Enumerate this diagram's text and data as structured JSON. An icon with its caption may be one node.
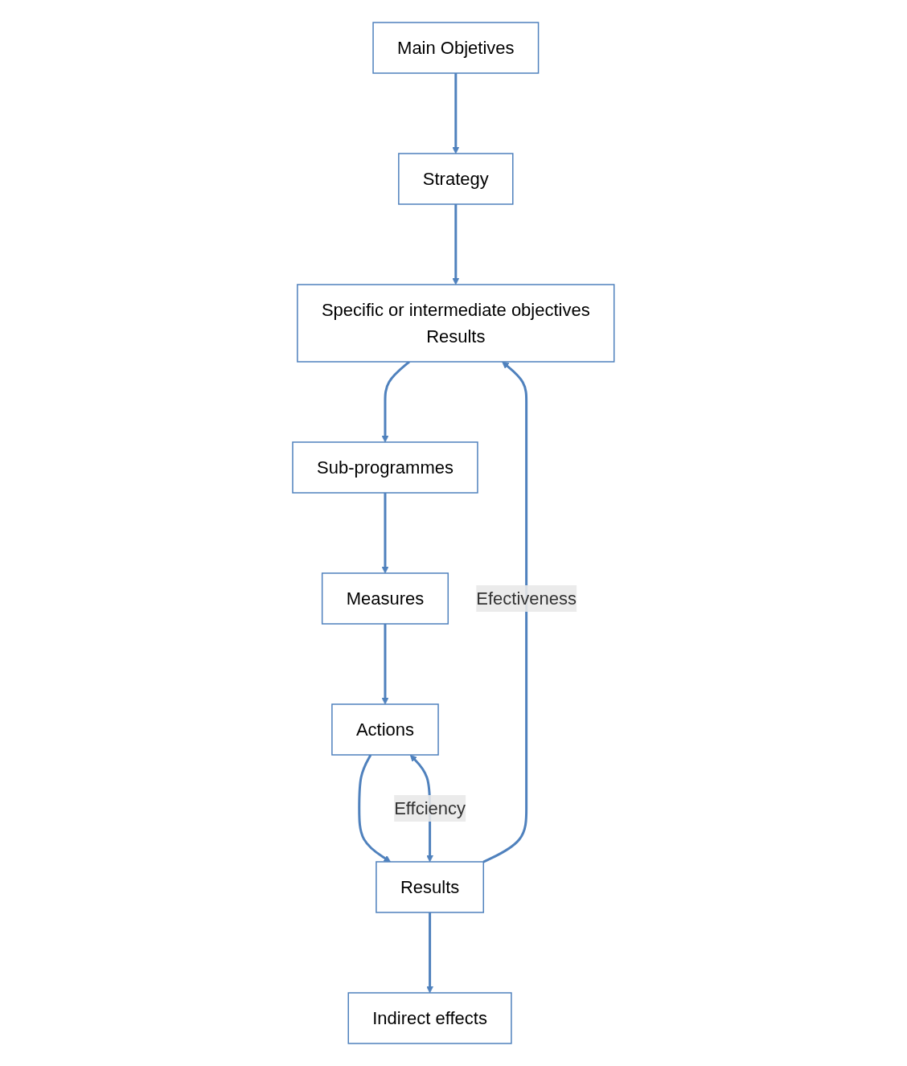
{
  "diagram": {
    "nodes": [
      {
        "text": [
          "Main Objetives"
        ]
      },
      {
        "text": [
          "Strategy"
        ]
      },
      {
        "text": [
          "Specific or intermediate objectives",
          "Results"
        ]
      },
      {
        "text": [
          "Sub-programmes"
        ]
      },
      {
        "text": [
          "Measures"
        ]
      },
      {
        "text": [
          "Actions"
        ]
      },
      {
        "text": [
          "Results"
        ]
      },
      {
        "text": [
          "Indirect effects"
        ]
      }
    ],
    "edges": [
      {
        "from": 0,
        "to": 1,
        "arrow": "to"
      },
      {
        "from": 1,
        "to": 2,
        "arrow": "to"
      },
      {
        "from": 2,
        "to": 3,
        "arrow": "to"
      },
      {
        "from": 3,
        "to": 4,
        "arrow": "to"
      },
      {
        "from": 4,
        "to": 5,
        "arrow": "to"
      },
      {
        "from": 5,
        "to": 6,
        "arrow": "to"
      },
      {
        "from": 6,
        "to": 7,
        "arrow": "to"
      },
      {
        "from": 6,
        "to": 2,
        "arrow": "to",
        "label": "Efectiveness"
      },
      {
        "from": 5,
        "to": 6,
        "arrow": "both",
        "label": "Effciency"
      }
    ]
  }
}
